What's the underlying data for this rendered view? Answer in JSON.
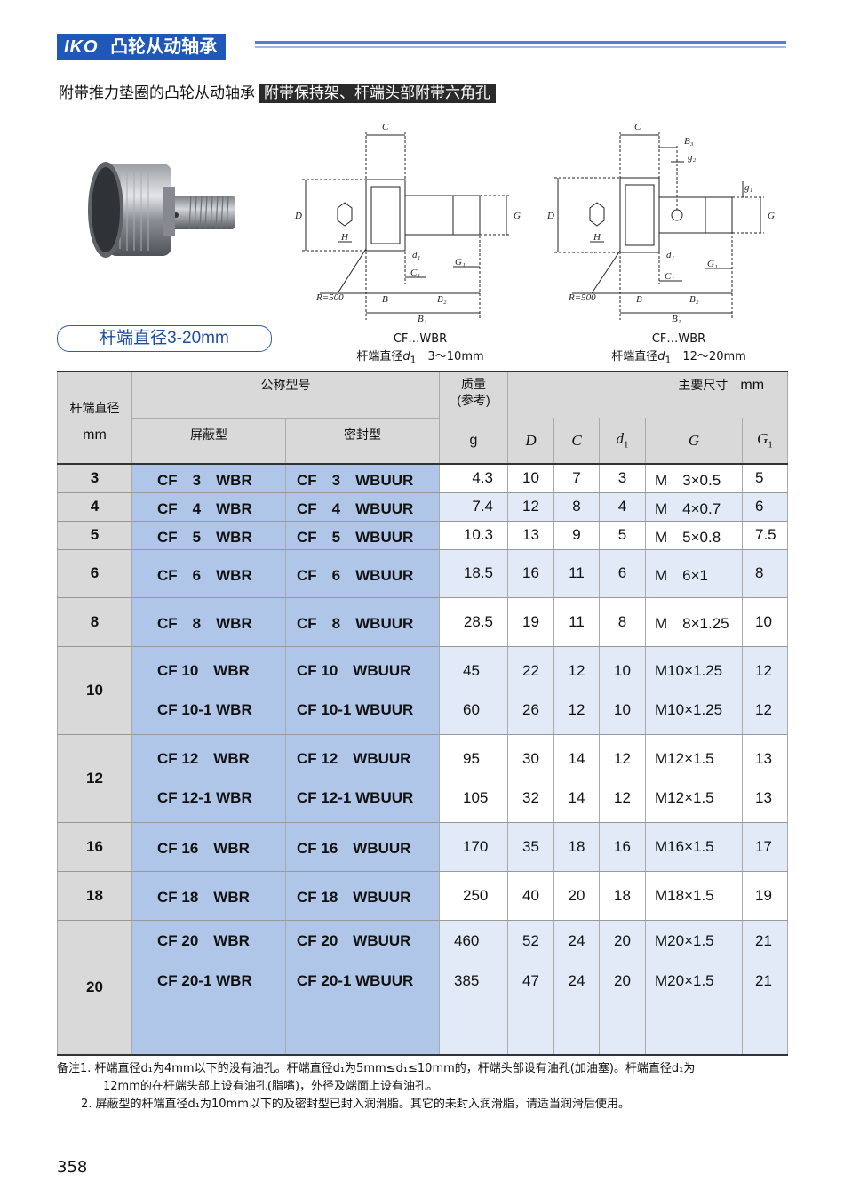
{
  "header": {
    "logo": "IKO",
    "title": "凸轮从动轴承"
  },
  "subtitle": {
    "main": "附带推力垫圈的凸轮从动轴承",
    "highlight": "附带保持架、杆端头部附带六角孔"
  },
  "range_label": "杆端直径3-20mm",
  "diagrams": [
    {
      "model": "CF…WBR",
      "range_prefix": "杆端直径",
      "range_symbol": "d",
      "range_sub": "1",
      "range": "3～10mm",
      "labels": {
        "c": "C",
        "d": "D",
        "h": "H",
        "d1": "d₁",
        "c1": "C₁",
        "g1": "G₁",
        "g": "G",
        "r": "R=500",
        "b": "B",
        "b2": "B₂",
        "b1": "B₁"
      }
    },
    {
      "model": "CF…WBR",
      "range_prefix": "杆端直径",
      "range_symbol": "d",
      "range_sub": "1",
      "range": "12～20mm",
      "labels": {
        "c": "C",
        "d": "D",
        "h": "H",
        "d1": "d₁",
        "c1": "C₁",
        "g1": "G₁",
        "g": "G",
        "r": "R=500",
        "b": "B",
        "b2": "B₂",
        "b1": "B₁",
        "b3": "B₃",
        "g2": "g₂",
        "gsmall1": "g₁"
      }
    }
  ],
  "table": {
    "head": {
      "dia": "杆端直径",
      "dia_unit": "mm",
      "nominal": "公称型号",
      "shield": "屏蔽型",
      "seal": "密封型",
      "mass": "质量",
      "mass_ref": "(参考)",
      "mass_unit": "g",
      "dims": "主要尺寸",
      "dims_unit": "mm",
      "D": "D",
      "C": "C",
      "d1": "d",
      "d1_sub": "1",
      "G": "G",
      "G1": "G",
      "G1_sub": "1"
    },
    "rows": [
      {
        "dia": "3",
        "items": [
          {
            "shield": "CF　3　WBR",
            "seal": "CF　3　WBUUR",
            "mass": "4.3",
            "D": "10",
            "C": "7",
            "d1": "3",
            "G": "M　3×0.5",
            "G1": "5"
          }
        ]
      },
      {
        "dia": "4",
        "items": [
          {
            "shield": "CF　4　WBR",
            "seal": "CF　4　WBUUR",
            "mass": "7.4",
            "D": "12",
            "C": "8",
            "d1": "4",
            "G": "M　4×0.7",
            "G1": "6"
          }
        ]
      },
      {
        "dia": "5",
        "items": [
          {
            "shield": "CF　5　WBR",
            "seal": "CF　5　WBUUR",
            "mass": "10.3",
            "D": "13",
            "C": "9",
            "d1": "5",
            "G": "M　5×0.8",
            "G1": "7.5"
          }
        ]
      },
      {
        "dia": "6",
        "items": [
          {
            "shield": "CF　6　WBR",
            "seal": "CF　6　WBUUR",
            "mass": "18.5",
            "D": "16",
            "C": "11",
            "d1": "6",
            "G": "M　6×1",
            "G1": "8"
          }
        ]
      },
      {
        "dia": "8",
        "items": [
          {
            "shield": "CF　8　WBR",
            "seal": "CF　8　WBUUR",
            "mass": "28.5",
            "D": "19",
            "C": "11",
            "d1": "8",
            "G": "M　8×1.25",
            "G1": "10"
          }
        ]
      },
      {
        "dia": "10",
        "items": [
          {
            "shield": "CF 10　WBR",
            "seal": "CF 10　WBUUR",
            "mass": "45",
            "D": "22",
            "C": "12",
            "d1": "10",
            "G": "M10×1.25",
            "G1": "12"
          },
          {
            "shield": "CF 10-1 WBR",
            "seal": "CF 10-1 WBUUR",
            "mass": "60",
            "D": "26",
            "C": "12",
            "d1": "10",
            "G": "M10×1.25",
            "G1": "12"
          }
        ]
      },
      {
        "dia": "12",
        "items": [
          {
            "shield": "CF 12　WBR",
            "seal": "CF 12　WBUUR",
            "mass": "95",
            "D": "30",
            "C": "14",
            "d1": "12",
            "G": "M12×1.5",
            "G1": "13"
          },
          {
            "shield": "CF 12-1 WBR",
            "seal": "CF 12-1 WBUUR",
            "mass": "105",
            "D": "32",
            "C": "14",
            "d1": "12",
            "G": "M12×1.5",
            "G1": "13"
          }
        ]
      },
      {
        "dia": "16",
        "items": [
          {
            "shield": "CF 16　WBR",
            "seal": "CF 16　WBUUR",
            "mass": "170",
            "D": "35",
            "C": "18",
            "d1": "16",
            "G": "M16×1.5",
            "G1": "17"
          }
        ]
      },
      {
        "dia": "18",
        "items": [
          {
            "shield": "CF 18　WBR",
            "seal": "CF 18　WBUUR",
            "mass": "250",
            "D": "40",
            "C": "20",
            "d1": "18",
            "G": "M18×1.5",
            "G1": "19"
          }
        ]
      },
      {
        "dia": "20",
        "items": [
          {
            "shield": "CF 20　WBR",
            "seal": "CF 20　WBUUR",
            "mass": "460",
            "D": "52",
            "C": "24",
            "d1": "20",
            "G": "M20×1.5",
            "G1": "21"
          },
          {
            "shield": "CF 20-1 WBR",
            "seal": "CF 20-1 WBUUR",
            "mass": "385",
            "D": "47",
            "C": "24",
            "d1": "20",
            "G": "M20×1.5",
            "G1": "21"
          }
        ]
      }
    ]
  },
  "notes": [
    "备注1. 杆端直径d₁为4mm以下的没有油孔。杆端直径d₁为5mm≤d₁≤10mm的，杆端头部设有油孔(加油塞)。杆端直径d₁为",
    "12mm的在杆端头部上设有油孔(脂嘴)，外径及端面上设有油孔。",
    "2. 屏蔽型的杆端直径d₁为10mm以下的及密封型已封入润滑脂。其它的未封入润滑脂，请适当润滑后使用。"
  ],
  "page_number": "358",
  "colors": {
    "brand": "#1f58b8",
    "model_column": "#b0c6e8",
    "header_gray": "#d9d9d9",
    "alt_row": "#e3eaf7"
  }
}
